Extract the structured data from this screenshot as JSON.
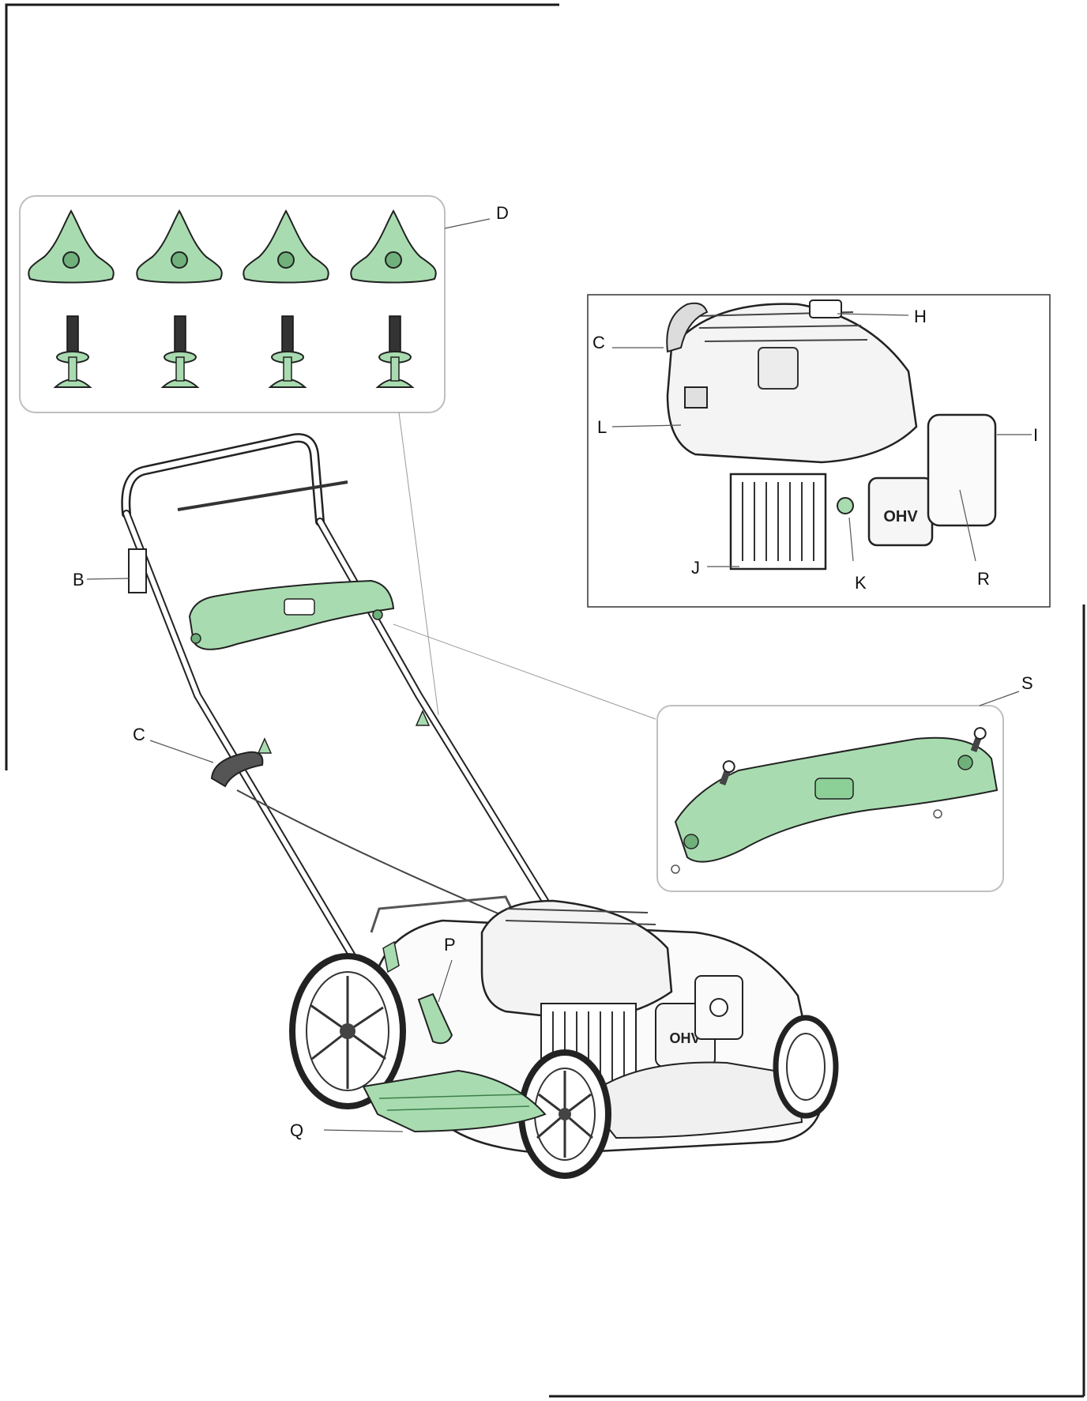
{
  "colors": {
    "highlight": "#a8dcb0",
    "highlight_dark": "#6fb07b",
    "line": "#222222",
    "panel_border": "#bfbfbf",
    "frame": "#1a1a1a"
  },
  "callouts": {
    "D": "D",
    "H": "H",
    "C_engine": "C",
    "L": "L",
    "I": "I",
    "J": "J",
    "K": "K",
    "R": "R",
    "B": "B",
    "C_handle": "C",
    "S": "S",
    "P": "P",
    "Q": "Q"
  },
  "engine_badge": "OHV",
  "deck_badge": "OHV"
}
